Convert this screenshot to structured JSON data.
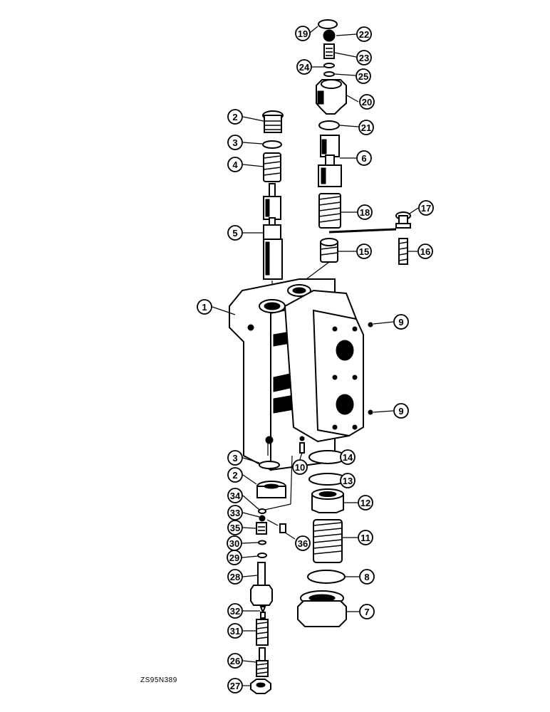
{
  "figure_code": "ZS95N389",
  "callouts": [
    {
      "label": "19"
    },
    {
      "label": "22"
    },
    {
      "label": "23"
    },
    {
      "label": "24"
    },
    {
      "label": "25"
    },
    {
      "label": "20"
    },
    {
      "label": "21"
    },
    {
      "label": "2"
    },
    {
      "label": "3"
    },
    {
      "label": "4"
    },
    {
      "label": "6"
    },
    {
      "label": "18"
    },
    {
      "label": "17"
    },
    {
      "label": "5"
    },
    {
      "label": "15"
    },
    {
      "label": "16"
    },
    {
      "label": "1"
    },
    {
      "label": "9"
    },
    {
      "label": "9"
    },
    {
      "label": "3"
    },
    {
      "label": "14"
    },
    {
      "label": "2"
    },
    {
      "label": "10"
    },
    {
      "label": "13"
    },
    {
      "label": "34"
    },
    {
      "label": "12"
    },
    {
      "label": "33"
    },
    {
      "label": "35"
    },
    {
      "label": "36"
    },
    {
      "label": "11"
    },
    {
      "label": "30"
    },
    {
      "label": "29"
    },
    {
      "label": "28"
    },
    {
      "label": "8"
    },
    {
      "label": "32"
    },
    {
      "label": "7"
    },
    {
      "label": "31"
    },
    {
      "label": "26"
    },
    {
      "label": "27"
    }
  ]
}
